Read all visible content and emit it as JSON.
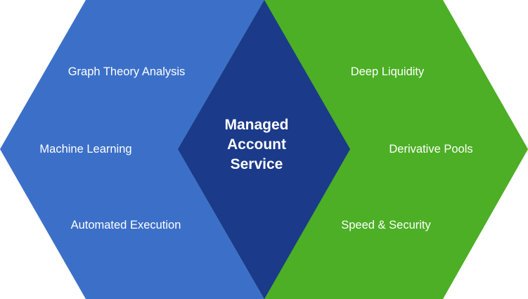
{
  "colors": {
    "left": "#3c70c8",
    "right": "#4caf25",
    "center": "#1b3a8a",
    "text": "#ffffff"
  },
  "left_hexagon": {
    "items": [
      "Graph Theory Analysis",
      "Machine Learning",
      "Automated Execution"
    ]
  },
  "right_hexagon": {
    "items": [
      "Deep Liquidity",
      "Derivative Pools",
      "Speed & Security"
    ]
  },
  "center": {
    "lines": [
      "Managed",
      "Account",
      "Service"
    ]
  }
}
